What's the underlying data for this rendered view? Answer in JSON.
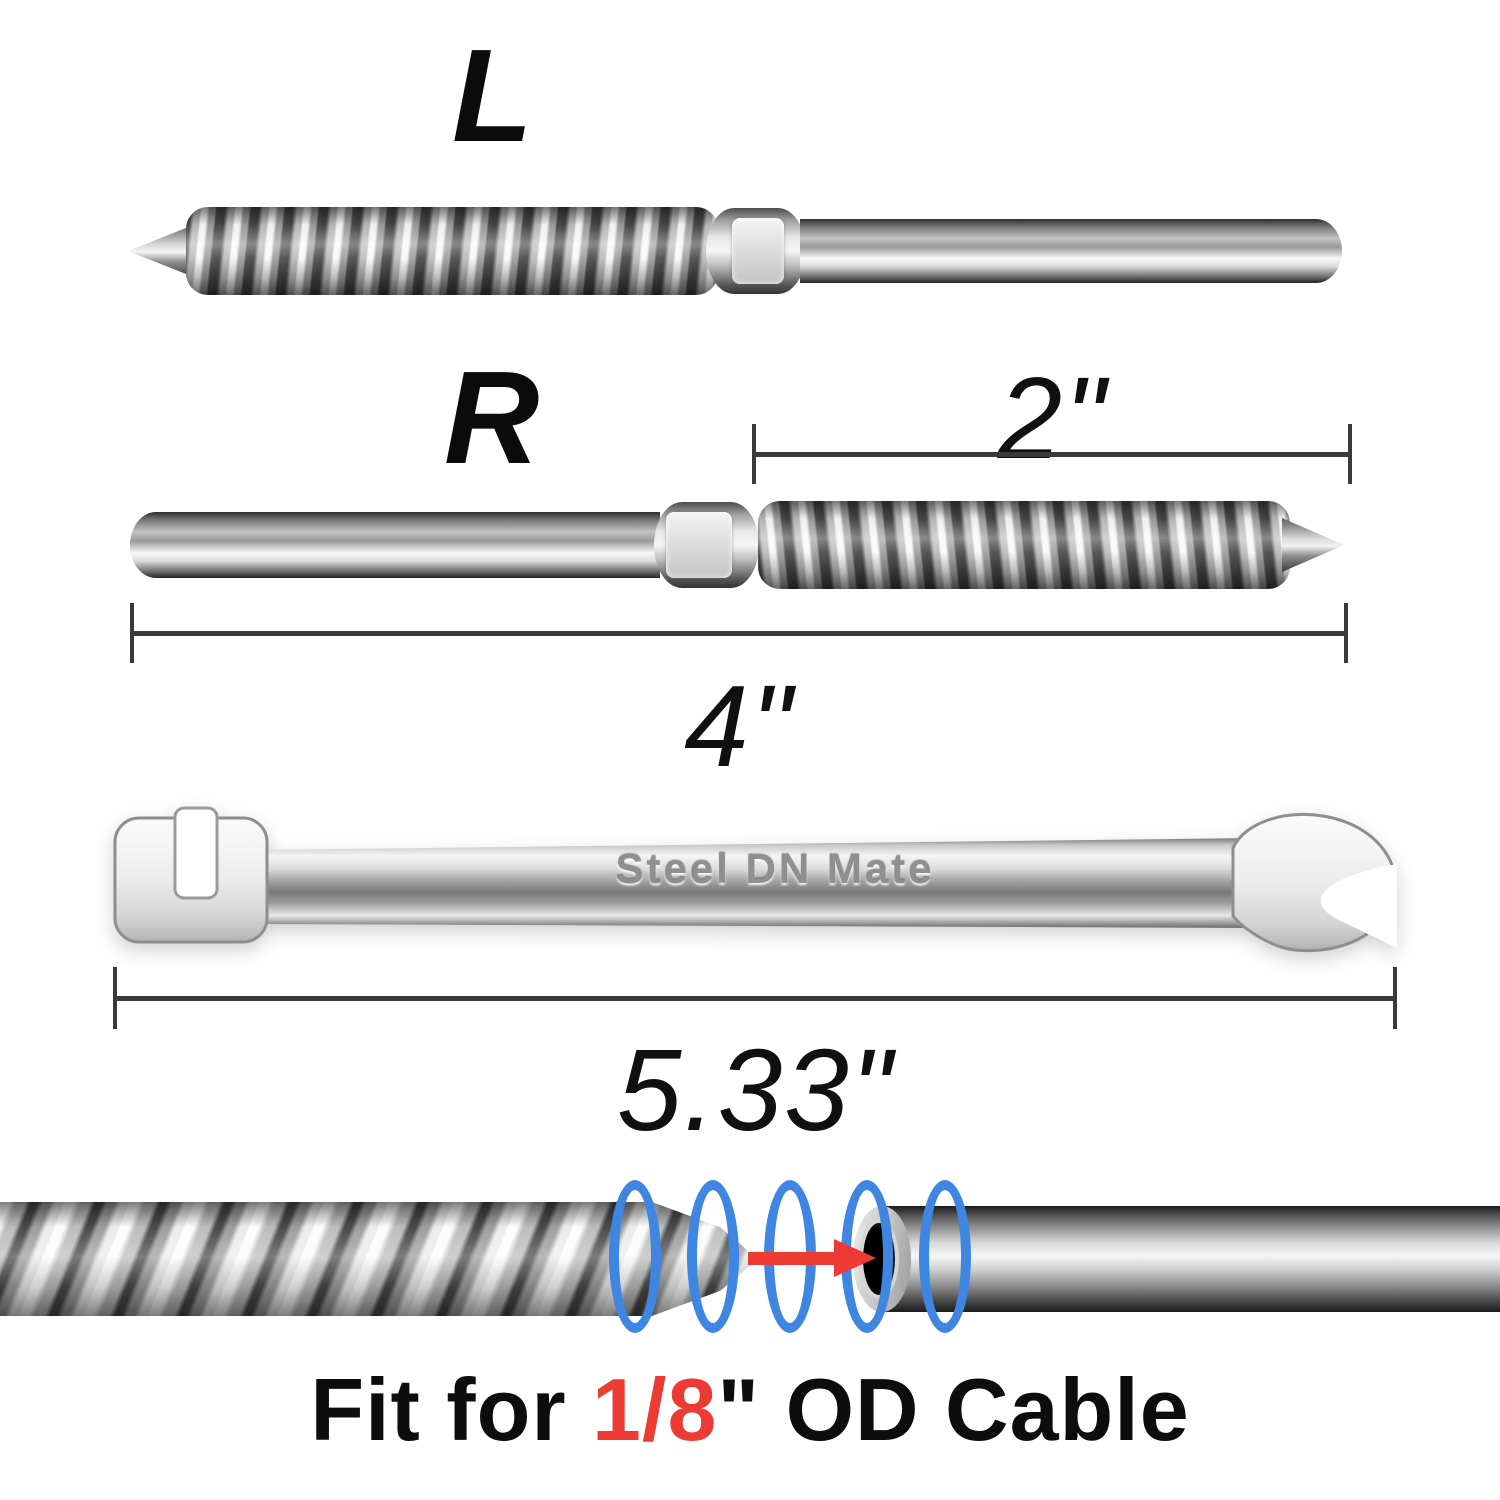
{
  "labels": {
    "left_thread": "L",
    "right_thread": "R"
  },
  "dimensions": {
    "thread_length": "2\"",
    "overall_length": "4\"",
    "wrench_length": "5.33\""
  },
  "wrench": {
    "engraving": "Steel DN Mate"
  },
  "caption": {
    "part1": "Fit for ",
    "highlight": "1/8",
    "part2": "\" OD Cable"
  },
  "colors": {
    "caption_highlight": "#ed3a33",
    "insertion_arrow": "#ed3a33",
    "guide_rings": "#3e86e2",
    "dimension_lines": "#3a3a3a"
  }
}
